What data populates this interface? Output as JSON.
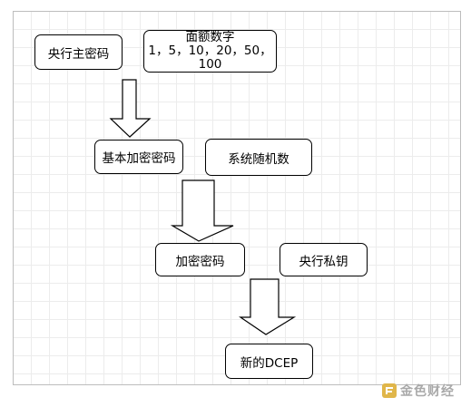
{
  "nodes": {
    "central_master_key": "央行主密码",
    "denomination_title": "面额数字",
    "denomination_values_1": "1，5，10，20，50，",
    "denomination_values_2": "100",
    "basic_encryption_key": "基本加密密码",
    "system_random_number": "系统随机数",
    "encryption_key": "加密密码",
    "central_private_key": "央行私钥",
    "new_dcep": "新的DCEP"
  },
  "watermark": {
    "text": "金色财经"
  }
}
